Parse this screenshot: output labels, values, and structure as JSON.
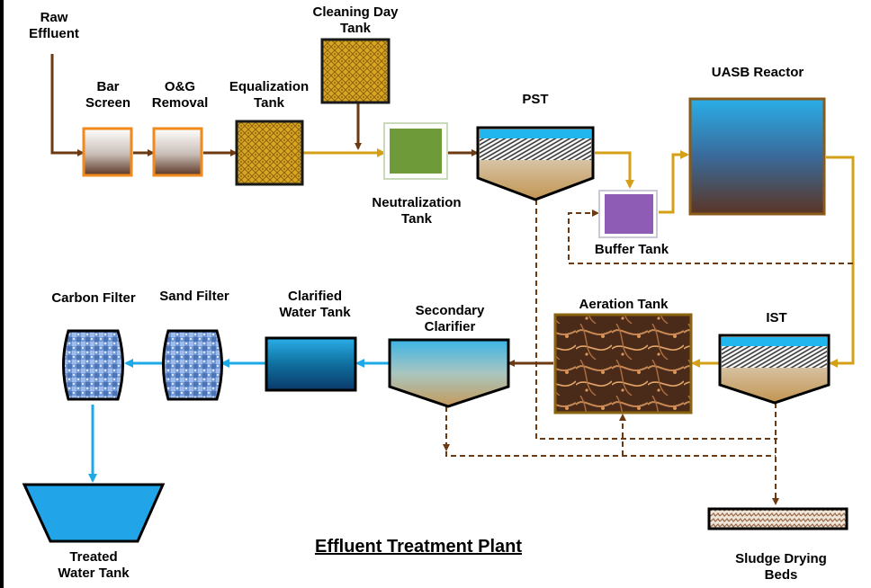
{
  "title": "Effluent Treatment Plant",
  "units": {
    "raw_effluent": [
      "Raw",
      "Effluent"
    ],
    "bar_screen": [
      "Bar",
      "Screen"
    ],
    "og_removal": [
      "O&G",
      "Removal"
    ],
    "equalization_tank": [
      "Equalization",
      "Tank"
    ],
    "cleaning_day_tank": [
      "Cleaning Day",
      "Tank"
    ],
    "neutralization_tank": [
      "Neutralization",
      "Tank"
    ],
    "pst": [
      "PST"
    ],
    "buffer_tank": [
      "Buffer Tank"
    ],
    "uasb_reactor": [
      "UASB Reactor"
    ],
    "ist": [
      "IST"
    ],
    "aeration_tank": [
      "Aeration Tank"
    ],
    "secondary_clarifier": [
      "Secondary",
      "Clarifier"
    ],
    "clarified_water_tank": [
      "Clarified",
      "Water Tank"
    ],
    "sand_filter": [
      "Sand Filter"
    ],
    "carbon_filter": [
      "Carbon Filter"
    ],
    "treated_water_tank": [
      "Treated",
      "Water Tank"
    ],
    "sludge_drying_beds": [
      "Sludge Drying",
      "Beds"
    ]
  },
  "colors": {
    "primary_flow": "#6b3a12",
    "equalized_flow": "#d4a017",
    "treated_flow": "#1ea8e8",
    "sludge_line": "#6b3a12",
    "prescreen_border": "#f08a1c",
    "equalization_fill": "#d9a521",
    "neutralization_fill": "#6f9a3a",
    "buffer_fill": "#8e5bb5",
    "treated_tank_fill": "#21a5e8"
  }
}
